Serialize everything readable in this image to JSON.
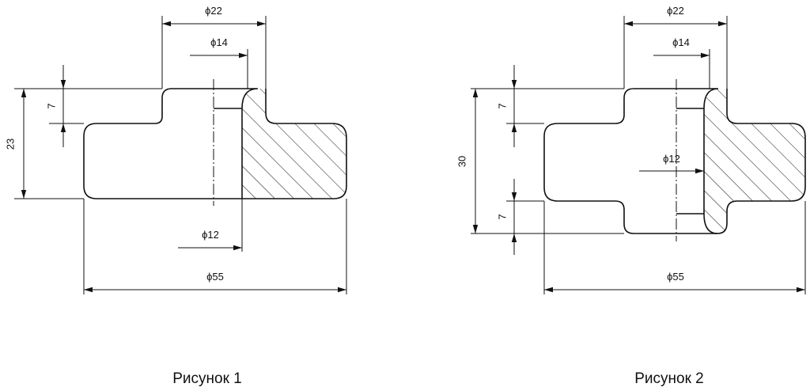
{
  "figures": [
    {
      "caption": "Рисунок 1",
      "dims": {
        "outer_diameter": "ϕ55",
        "collar_diameter": "ϕ22",
        "neck_diameter": "ϕ14",
        "bore_diameter": "ϕ12",
        "collar_height": "7",
        "total_height": "23"
      }
    },
    {
      "caption": "Рисунок 2",
      "dims": {
        "outer_diameter": "ϕ55",
        "collar_diameter": "ϕ22",
        "neck_diameter": "ϕ14",
        "bore_diameter": "ϕ12",
        "top_collar_height": "7",
        "bottom_collar_height": "7",
        "total_height": "30"
      }
    }
  ]
}
